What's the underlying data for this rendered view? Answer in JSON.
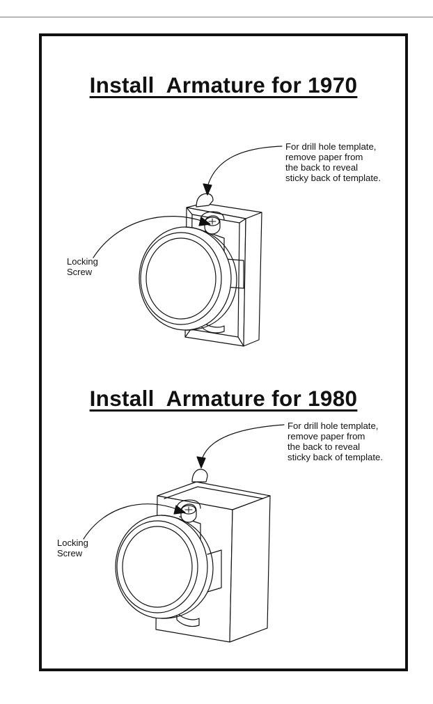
{
  "sections": [
    {
      "title": "Install  Armature for 1970",
      "note_lines": [
        "For drill hole template,",
        "remove paper from",
        "the back to reveal",
        "sticky back of template."
      ],
      "label_lines": [
        "Locking",
        "Screw"
      ]
    },
    {
      "title": "Install  Armature for 1980",
      "note_lines": [
        "For drill hole template,",
        "remove paper from",
        "the back to reveal",
        "sticky back of template."
      ],
      "label_lines": [
        "Locking",
        "Screw"
      ]
    }
  ],
  "colors": {
    "ink": "#111111",
    "rule": "#777777",
    "background": "#ffffff"
  }
}
